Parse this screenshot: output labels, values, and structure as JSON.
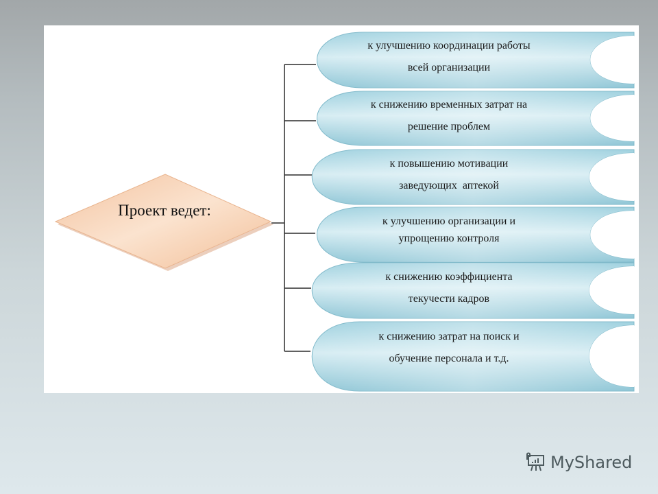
{
  "diagram": {
    "center": {
      "label": "Проект ведет:",
      "fill": "#f6cfae"
    },
    "item_fill": "#a9d7e3",
    "items": [
      {
        "line1": "к улучшению координации работы",
        "line2": "всей организации"
      },
      {
        "line1": "к снижению временных затрат на",
        "line2": "решение проблем"
      },
      {
        "line1": "к повышению мотивации",
        "line2": "заведующих  аптекой"
      },
      {
        "line1": "к улучшению организации и",
        "line2": "упрощению контроля"
      },
      {
        "line1": "к снижению коэффициента",
        "line2": "текучести кадров"
      },
      {
        "line1": "к снижению затрат на поиск и",
        "line2": "обучение персонала и т.д."
      }
    ]
  },
  "watermark": {
    "brand": "MyShared",
    "icon": "presentation-board-icon"
  }
}
